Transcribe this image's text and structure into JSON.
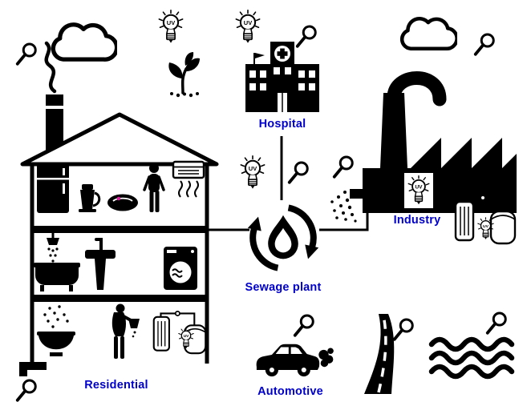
{
  "labels": {
    "hospital": "Hospital",
    "industry": "Industry",
    "sewage_plant": "Sewage plant",
    "residential": "Residential",
    "automotive": "Automotive"
  },
  "icons": {
    "uv_label": "UV"
  },
  "colors": {
    "label_text": "#0000CC",
    "icon": "#000000",
    "background": "#FFFFFF",
    "vacuum_light": "#D6219C"
  }
}
